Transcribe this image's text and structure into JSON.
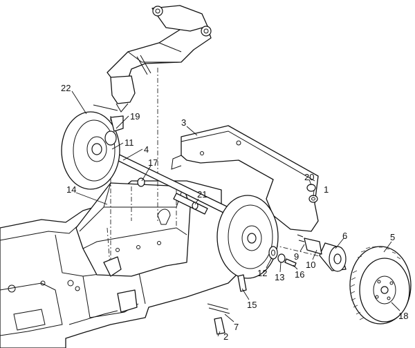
{
  "callouts": [
    {
      "id": "c1",
      "text": "1"
    },
    {
      "id": "c2",
      "text": "2"
    },
    {
      "id": "c3",
      "text": "3"
    },
    {
      "id": "c4",
      "text": "4"
    },
    {
      "id": "c5",
      "text": "5"
    },
    {
      "id": "c6",
      "text": "6"
    },
    {
      "id": "c7",
      "text": "7"
    },
    {
      "id": "c9",
      "text": "9"
    },
    {
      "id": "c10",
      "text": "10"
    },
    {
      "id": "c11",
      "text": "11"
    },
    {
      "id": "c12",
      "text": "12"
    },
    {
      "id": "c13",
      "text": "13"
    },
    {
      "id": "c14",
      "text": "14"
    },
    {
      "id": "c15",
      "text": "15"
    },
    {
      "id": "c16",
      "text": "16"
    },
    {
      "id": "c17",
      "text": "17"
    },
    {
      "id": "c18",
      "text": "18"
    },
    {
      "id": "c19",
      "text": "19"
    },
    {
      "id": "c20",
      "text": "20"
    },
    {
      "id": "c21",
      "text": "21"
    },
    {
      "id": "c22",
      "text": "22"
    }
  ],
  "colors": {
    "line": "#111111",
    "background": "#ffffff"
  }
}
